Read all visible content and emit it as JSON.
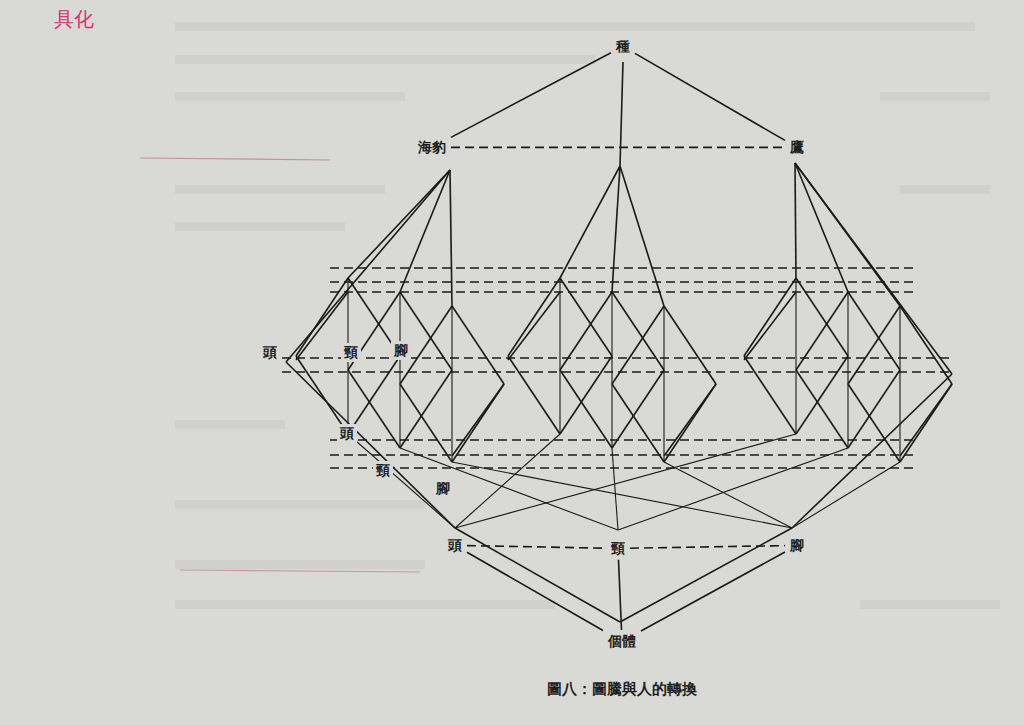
{
  "diagram": {
    "caption": "圖八：圖騰與人的轉換",
    "nodes": [
      {
        "text": [
          "種"
        ]
      },
      {
        "text": [
          "海豹"
        ]
      },
      {
        "text": [
          "鷹"
        ]
      },
      {
        "text": [
          "頭"
        ]
      },
      {
        "text": [
          "頸"
        ]
      },
      {
        "text": [
          "腳"
        ]
      },
      {
        "text": [
          "頭"
        ]
      },
      {
        "text": [
          "頸"
        ]
      },
      {
        "text": [
          "腳"
        ]
      },
      {
        "text": [
          "頭"
        ]
      },
      {
        "text": [
          "頸"
        ]
      },
      {
        "text": [
          "腳"
        ]
      },
      {
        "text": [
          "個體"
        ]
      }
    ],
    "edges": [
      {
        "from": 0,
        "to": 1,
        "arrow": "none"
      },
      {
        "from": 0,
        "to": 2,
        "arrow": "none"
      },
      {
        "from": 1,
        "to": 2,
        "arrow": "none"
      },
      {
        "from": 9,
        "to": 10,
        "arrow": "none"
      },
      {
        "from": 10,
        "to": 11,
        "arrow": "none"
      },
      {
        "from": 9,
        "to": 12,
        "arrow": "none"
      },
      {
        "from": 10,
        "to": 12,
        "arrow": "none"
      },
      {
        "from": 11,
        "to": 12,
        "arrow": "none"
      }
    ],
    "labels": [
      "具化"
    ]
  }
}
